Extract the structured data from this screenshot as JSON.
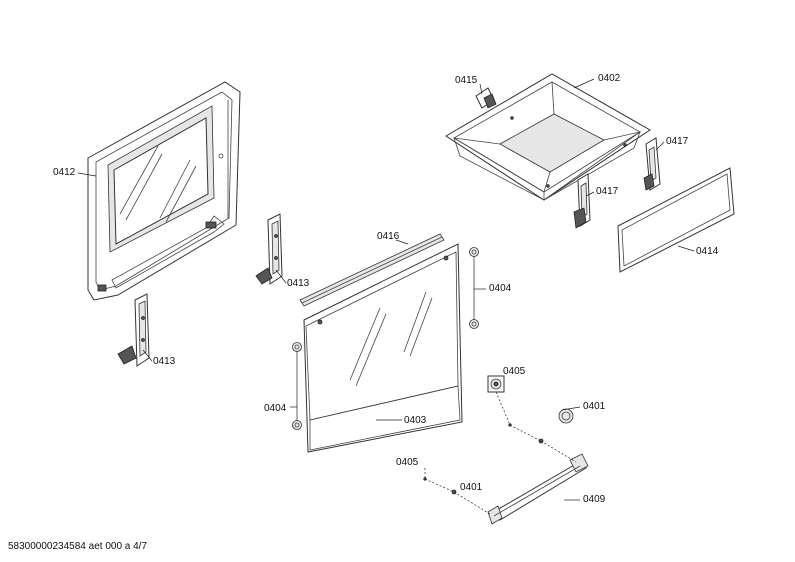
{
  "labels": {
    "p0412": "0412",
    "p0413_upper": "0413",
    "p0413_lower": "0413",
    "p0416": "0416",
    "p0415": "0415",
    "p0402": "0402",
    "p0417_upper": "0417",
    "p0417_lower": "0417",
    "p0414": "0414",
    "p0404_right": "0404",
    "p0404_left": "0404",
    "p0403": "0403",
    "p0405_upper": "0405",
    "p0401_right": "0401",
    "p0405_lower": "0405",
    "p0401_lower": "0401",
    "p0409": "0409"
  },
  "footer": "58300000234584 aet 000 a 4/7"
}
